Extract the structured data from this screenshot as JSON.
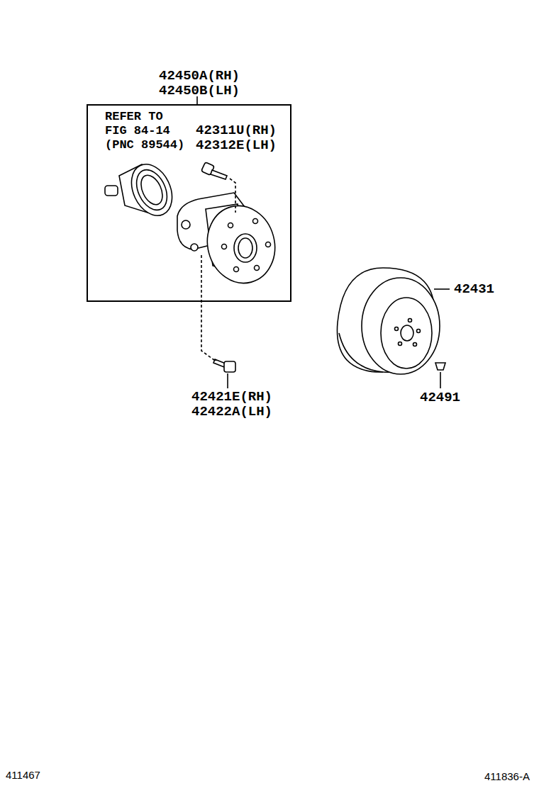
{
  "diagram": {
    "nodes": [
      {
        "text": [
          "42450A(RH) 42450B(LH)",
          "REFER TO FIG 84-14 (PNC 89544)"
        ]
      }
    ],
    "labels": [
      "42311U(RH) 42312E(LH)",
      "42421E(RH) 42422A(LH)",
      "42431",
      "42491",
      "411467",
      "411836-A"
    ]
  }
}
